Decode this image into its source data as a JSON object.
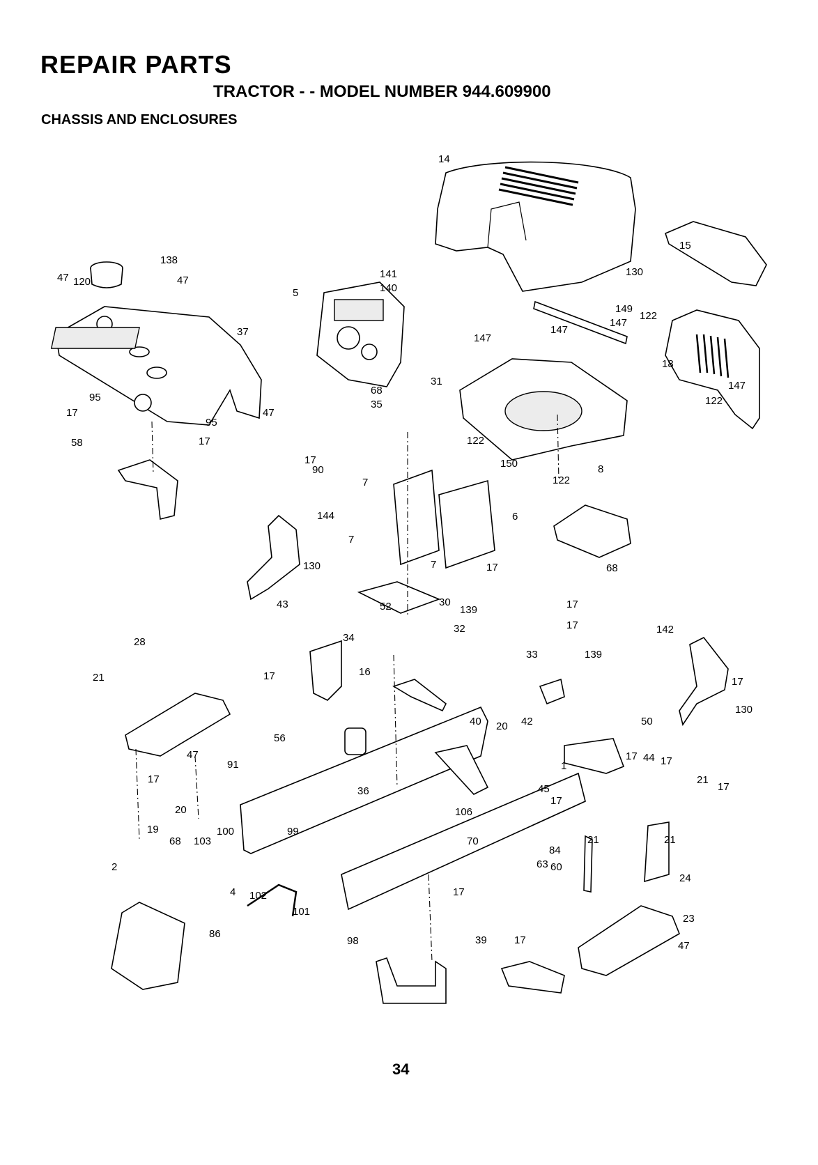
{
  "header": {
    "title": "REPAIR PARTS",
    "subtitle": "TRACTOR - - MODEL NUMBER 944.609900",
    "section": "CHASSIS AND ENCLOSURES"
  },
  "page_number": "34",
  "callouts": [
    "14",
    "138",
    "47",
    "120",
    "47",
    "141",
    "140",
    "5",
    "15",
    "130",
    "37",
    "149",
    "147",
    "122",
    "147",
    "147",
    "18",
    "147",
    "122",
    "31",
    "68",
    "35",
    "95",
    "47",
    "17",
    "95",
    "17",
    "58",
    "122",
    "150",
    "122",
    "17",
    "90",
    "8",
    "7",
    "144",
    "6",
    "7",
    "7",
    "17",
    "68",
    "130",
    "30",
    "43",
    "52",
    "17",
    "139",
    "17",
    "32",
    "142",
    "34",
    "33",
    "139",
    "28",
    "16",
    "17",
    "21",
    "17",
    "130",
    "40",
    "42",
    "50",
    "20",
    "56",
    "47",
    "17",
    "44",
    "17",
    "91",
    "1",
    "17",
    "21",
    "17",
    "36",
    "45",
    "17",
    "20",
    "106",
    "19",
    "100",
    "99",
    "68",
    "103",
    "70",
    "21",
    "21",
    "84",
    "63",
    "60",
    "24",
    "2",
    "4",
    "102",
    "17",
    "101",
    "23",
    "86",
    "98",
    "39",
    "17",
    "47"
  ]
}
